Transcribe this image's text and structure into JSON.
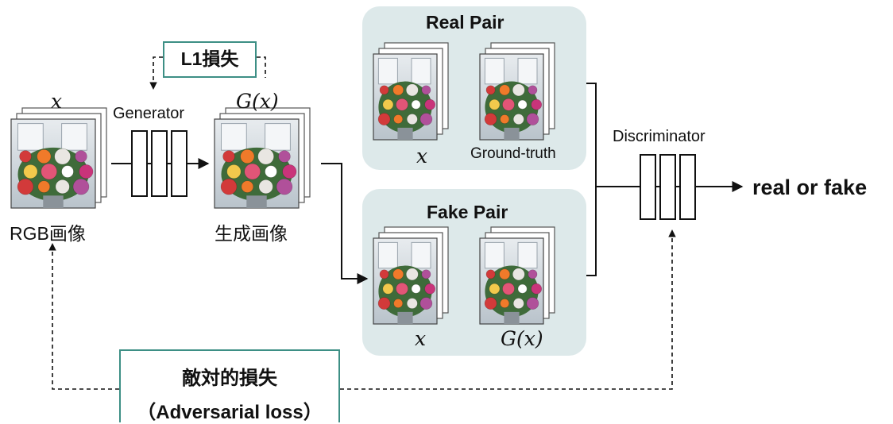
{
  "diagram": {
    "input_symbol": "x",
    "input_caption": "RGB画像",
    "generator_label": "Generator",
    "output_symbol": "G(x)",
    "output_caption": "生成画像",
    "l1_loss_label": "L1損失",
    "real_pair": {
      "title": "Real Pair",
      "left_caption": "x",
      "right_caption": "Ground-truth"
    },
    "fake_pair": {
      "title": "Fake Pair",
      "left_caption": "x",
      "right_caption": "G(x)"
    },
    "discriminator_label": "Discriminator",
    "result_label": "real or fake",
    "adversarial_loss": {
      "line1": "敵対的損失",
      "line2": "（Adversarial loss）"
    }
  },
  "colors": {
    "panel_fill": "#dde9ea",
    "box_border": "#3d8f85",
    "line": "#111111"
  },
  "icons": [
    "flower-photo-stack",
    "network-block",
    "arrow",
    "dashed-arrow"
  ]
}
